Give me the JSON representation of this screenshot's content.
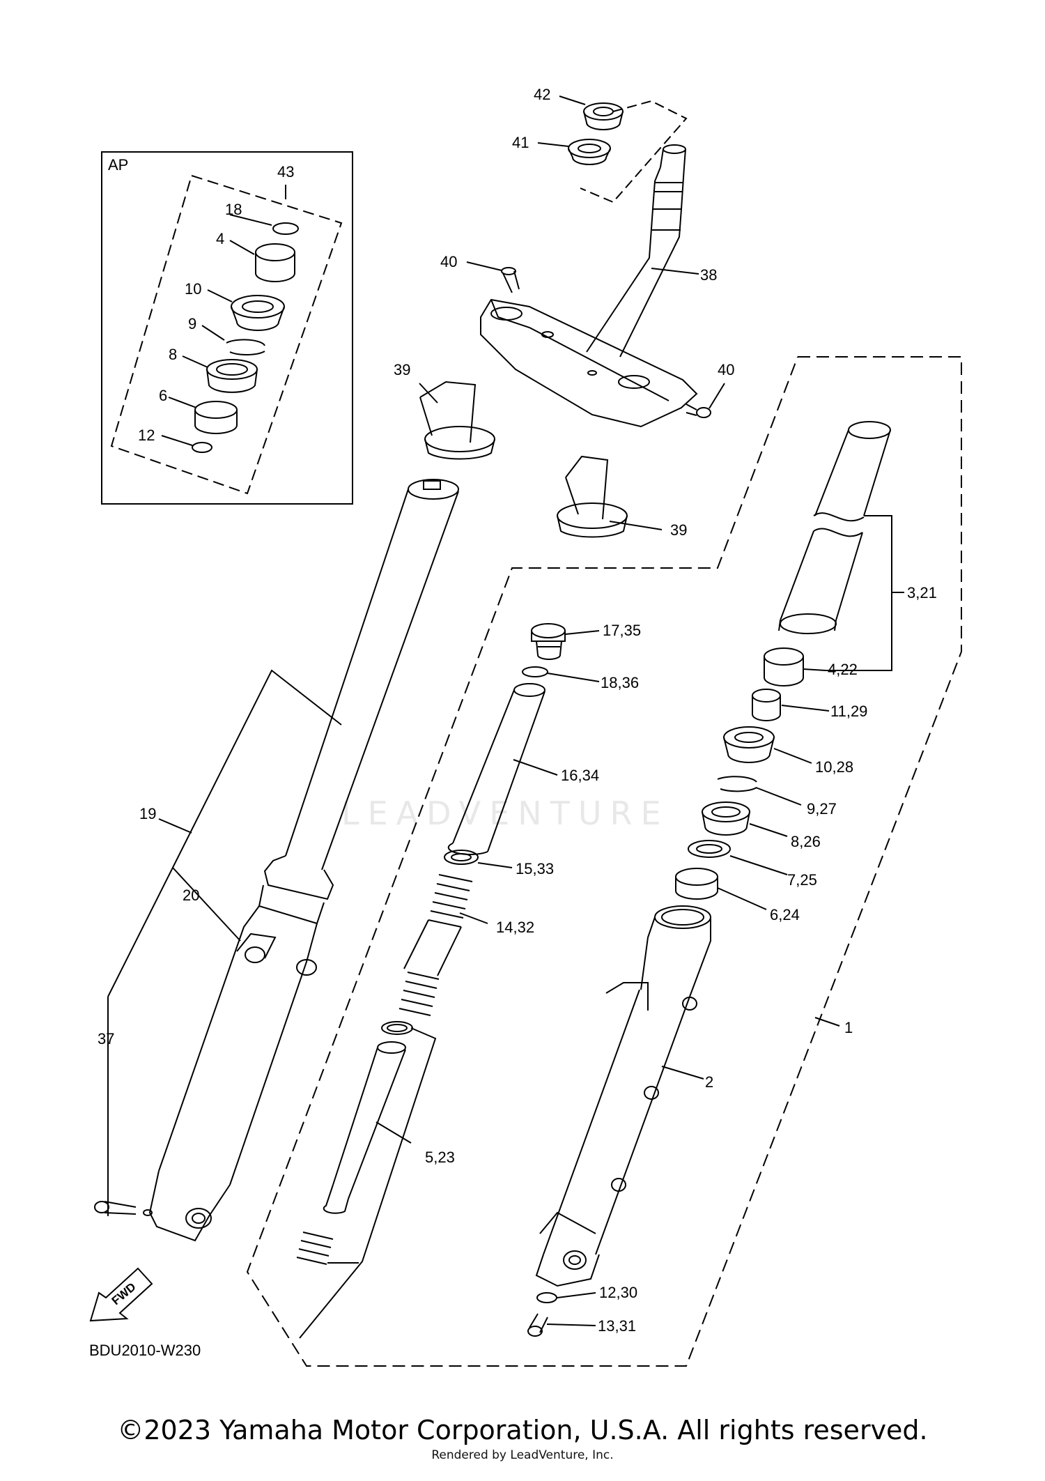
{
  "diagram": {
    "inset_title": "AP",
    "diagram_code": "BDU2010-W230",
    "fwd_label": "FWD",
    "watermark": "LEADVENTURE",
    "labels": {
      "p43": "43",
      "p18a": "18",
      "p4a": "4",
      "p10a": "10",
      "p9a": "9",
      "p8a": "8",
      "p6a": "6",
      "p12a": "12",
      "p42": "42",
      "p41": "41",
      "p40a": "40",
      "p38": "38",
      "p40b": "40",
      "p39a": "39",
      "p39b": "39",
      "p3_21": "3,21",
      "p4_22": "4,22",
      "p11_29": "11,29",
      "p10_28": "10,28",
      "p9_27": "9,27",
      "p8_26": "8,26",
      "p7_25": "7,25",
      "p6_24": "6,24",
      "p1": "1",
      "p2": "2",
      "p17_35": "17,35",
      "p18_36": "18,36",
      "p16_34": "16,34",
      "p15_33": "15,33",
      "p14_32": "14,32",
      "p5_23": "5,23",
      "p12_30": "12,30",
      "p13_31": "13,31",
      "p19": "19",
      "p20": "20",
      "p37": "37"
    }
  },
  "footer": {
    "copyright": "©2023 Yamaha Motor Corporation, U.S.A. All rights reserved.",
    "rendered_by": "Rendered by LeadVenture, Inc."
  }
}
